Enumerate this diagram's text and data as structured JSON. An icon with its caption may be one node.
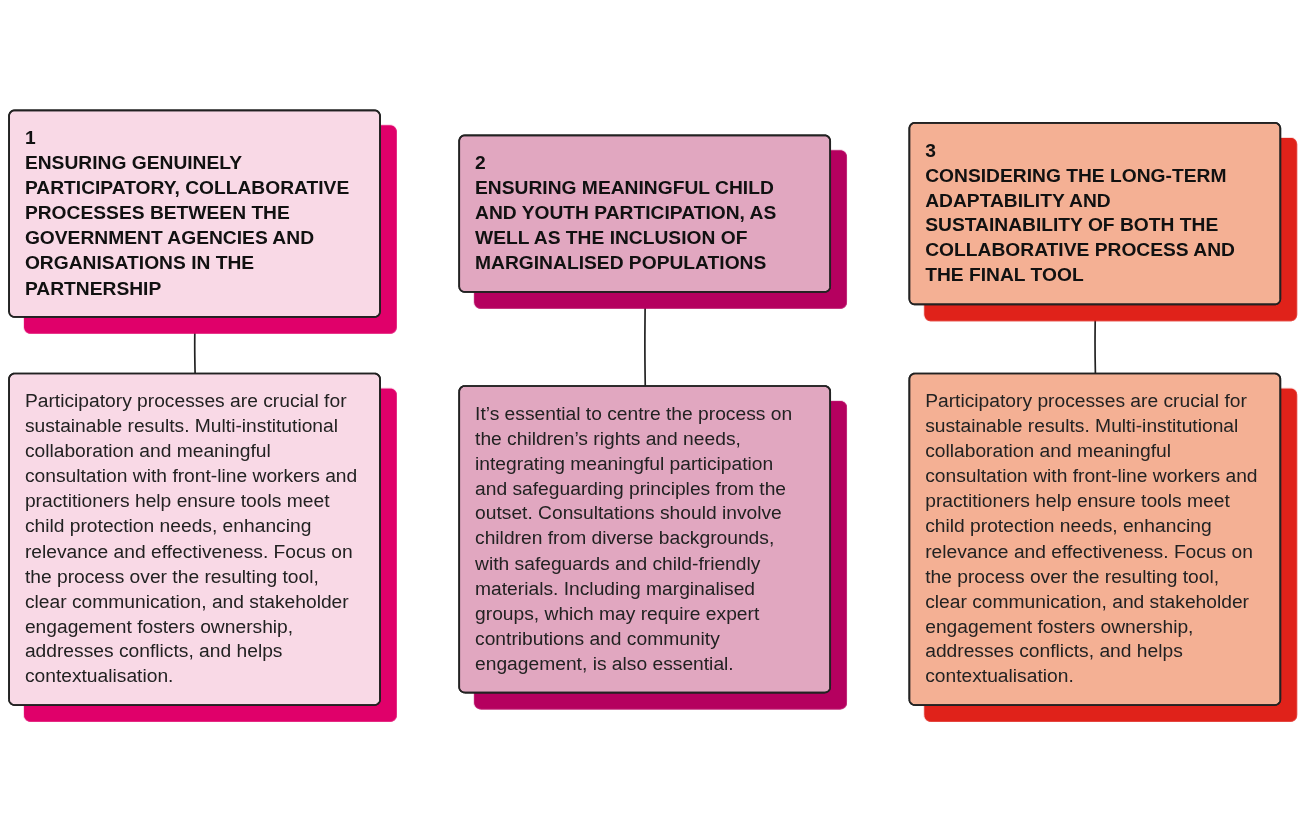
{
  "diagram": {
    "nodes": [
      {
        "text": [
          "1",
          "ENSURING GENUINELY PARTICIPATORY, COLLABORATIVE PROCESSES BETWEEN THE GOVERNMENT AGENCIES AND ORGANISATIONS IN THE PARTNERSHIP"
        ]
      },
      {
        "text": [
          "Participatory processes are crucial for sustainable results. Multi-institutional collaboration and meaningful consultation with front-line workers and practitioners help ensure tools meet child protection needs, enhancing relevance and effectiveness. Focus on the process over the resulting tool, clear communication, and stakeholder engagement fosters ownership, addresses conflicts, and helps contextualisation."
        ]
      },
      {
        "text": [
          "2",
          "ENSURING MEANINGFUL CHILD AND YOUTH PARTICIPATION, AS WELL AS THE INCLUSION OF MARGINALISED POPULATIONS"
        ]
      },
      {
        "text": [
          "It’s essential to centre the process on the children’s rights and needs, integrating meaningful participation and safeguarding principles from the outset. Consultations should involve children from diverse backgrounds, with safeguards and child-friendly materials. Including marginalised groups, which may require expert contributions and community engagement, is also essential."
        ]
      },
      {
        "text": [
          "3",
          "CONSIDERING THE LONG-TERM ADAPTABILITY AND SUSTAINABILITY OF BOTH THE COLLABORATIVE PROCESS AND THE FINAL TOOL"
        ]
      },
      {
        "text": [
          "Participatory processes are crucial for sustainable results. Multi-institutional collaboration and meaningful consultation with front-line workers and practitioners help ensure tools meet child protection needs, enhancing relevance and effectiveness. Focus on the process over the resulting tool, clear communication, and stakeholder engagement fosters ownership, addresses conflicts, and helps contextualisation."
        ]
      }
    ],
    "edges": [
      {
        "from": 0,
        "to": 1,
        "arrow": "none"
      },
      {
        "from": 2,
        "to": 3,
        "arrow": "none"
      },
      {
        "from": 4,
        "to": 5,
        "arrow": "none"
      }
    ]
  }
}
